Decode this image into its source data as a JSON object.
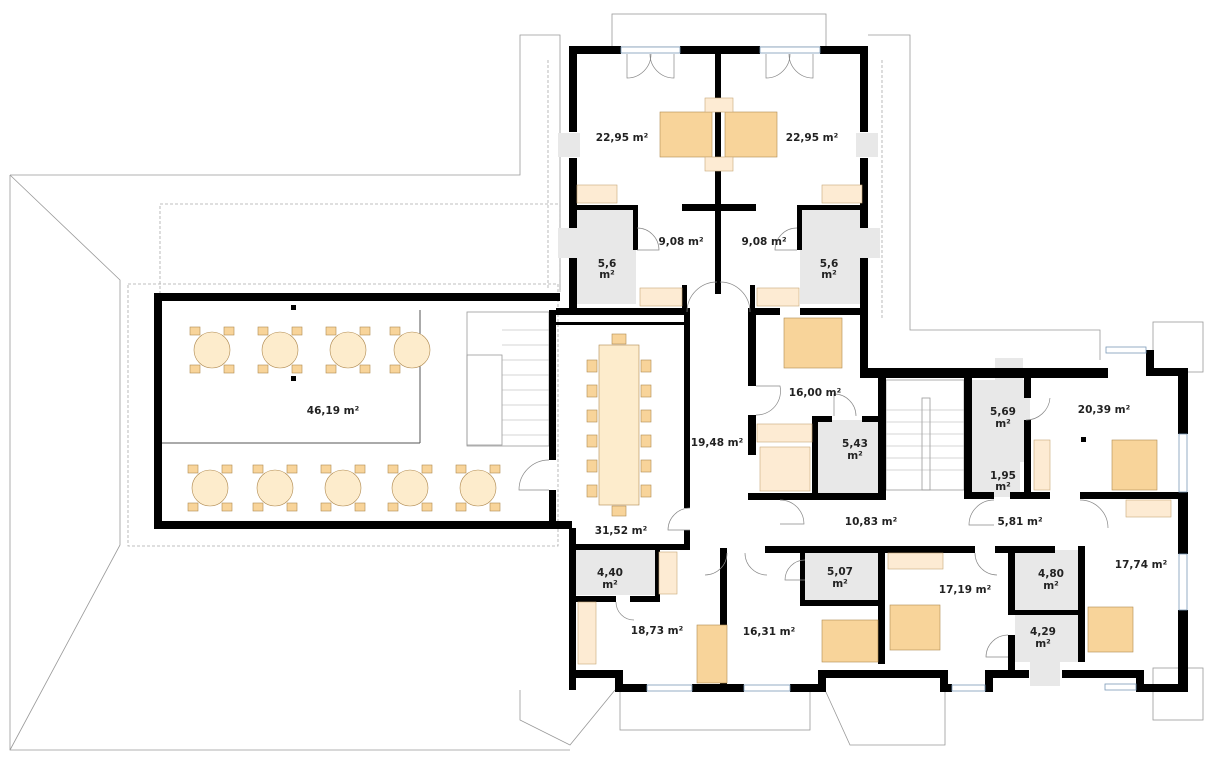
{
  "title": "Floor plan",
  "rooms": {
    "bedroom_nw": {
      "area": "22,95 m²"
    },
    "bedroom_ne": {
      "area": "22,95 m²"
    },
    "hall_nw": {
      "area": "9,08 m²"
    },
    "hall_ne": {
      "area": "9,08 m²"
    },
    "bath_nw": {
      "area": "5,6",
      "unit": "m²"
    },
    "bath_ne": {
      "area": "5,6",
      "unit": "m²"
    },
    "terrace_dining": {
      "area": "46,19 m²"
    },
    "bedroom_center": {
      "area": "16,00 m²"
    },
    "corridor_center": {
      "area": "19,48 m²"
    },
    "bath_center": {
      "area": "5,43",
      "unit": "m²"
    },
    "bedroom_east": {
      "area": "20,39 m²"
    },
    "bath_east": {
      "area": "5,69",
      "unit": "m²"
    },
    "wc_east": {
      "area": "1,95",
      "unit": "m²"
    },
    "dining_hall": {
      "area": "31,52 m²"
    },
    "corridor_south": {
      "area": "10,83 m²"
    },
    "corridor_east": {
      "area": "5,81 m²"
    },
    "bath_sw": {
      "area": "4,40",
      "unit": "m²"
    },
    "bath_s": {
      "area": "5,07",
      "unit": "m²"
    },
    "bedroom_s": {
      "area": "17,19 m²"
    },
    "bath_se1": {
      "area": "4,80",
      "unit": "m²"
    },
    "bedroom_se": {
      "area": "17,74 m²"
    },
    "bedroom_sw": {
      "area": "18,73 m²"
    },
    "bedroom_ssw": {
      "area": "16,31 m²"
    },
    "bath_se2": {
      "area": "4,29",
      "unit": "m²"
    }
  },
  "colors": {
    "furniture": "#f8d49a",
    "bathroom": "#e8e8e8",
    "wall": "#000000"
  }
}
